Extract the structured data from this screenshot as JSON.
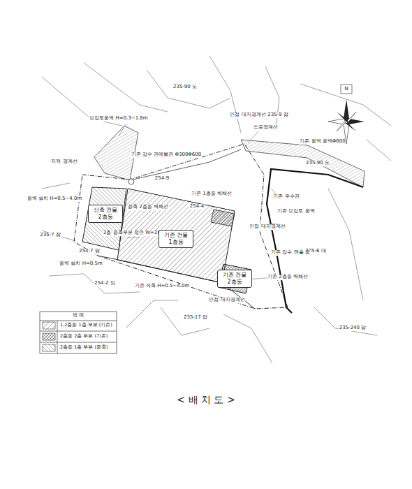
{
  "diagram": {
    "caption": "< 배 치 도 >",
    "nodes": [
      {
        "text": [
          "신축 건물 2층동"
        ]
      },
      {
        "text": [
          "기존 건물 1층동"
        ]
      },
      {
        "text": [
          "기존 건물 2층동"
        ]
      }
    ],
    "labels": [
      "235-90 도",
      "보강토옹벽 H=0.3~1.8m",
      "인접 대지경계선",
      "235-9 잡",
      "도로경계선",
      "기존 옹벽 옹벽Φ600",
      "기존 강수 관매몰관 Φ300Φ600",
      "235-90 도",
      "지적 경계선",
      "옹벽 설치 H=0.5~4.0m",
      "254-9",
      "기존 1층동 벽체선",
      "254-4",
      "기존 우수관",
      "기존 보강토 옹벽",
      "증축 2층동 벽체선",
      "인접 대지경계선",
      "235-7 잡",
      "2층 증축부분 정면 W=200mm",
      "254-7 답",
      "235-6 대",
      "기존 강수 맨홀 등",
      "옹벽 설치 H=0.5m",
      "기존 2층동 벽체선",
      "254-2 임",
      "기존 석축 H=0.5~4.0m",
      "인접 대지경계선",
      "235-17 답",
      "235-240 답",
      "N",
      "범 례"
    ],
    "legend": [
      {
        "text": "1,2층동 1층 부분 (기존)"
      },
      {
        "text": "2층동 2층 부분 (기존)"
      },
      {
        "text": "2층동 1층 부분 (증축)"
      }
    ]
  }
}
